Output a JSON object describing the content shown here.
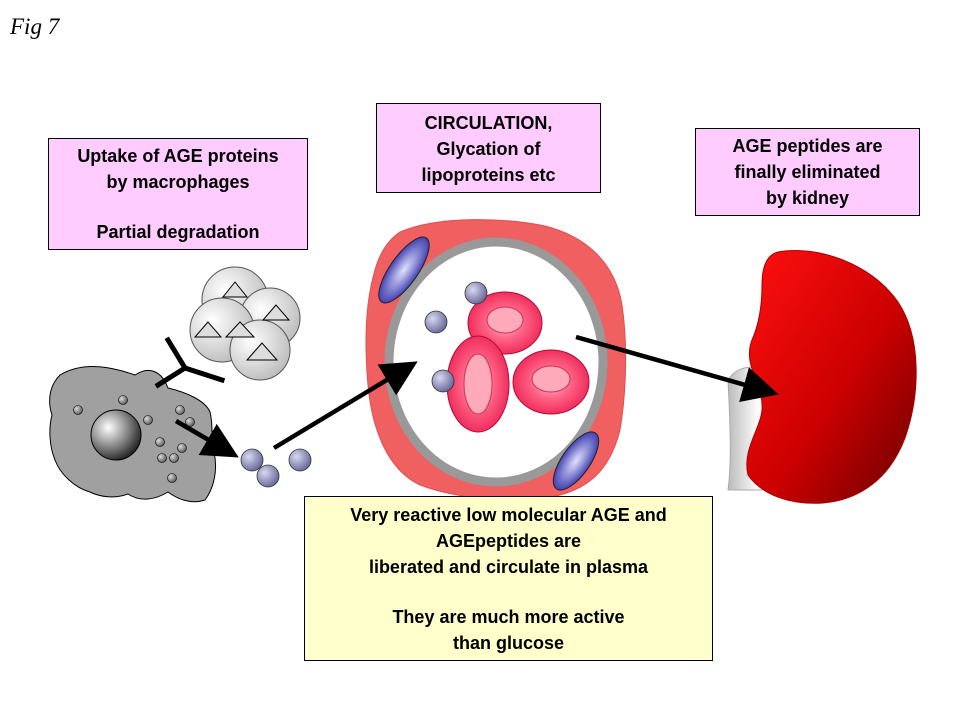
{
  "figure": {
    "label": "Fig 7"
  },
  "boxes": {
    "uptake": {
      "line1": "Uptake of AGE proteins",
      "line2": "by macrophages",
      "line3": "Partial degradation"
    },
    "circulation": {
      "line1": "CIRCULATION,",
      "line2": "Glycation of",
      "line3": "lipoproteins etc"
    },
    "kidney": {
      "line1": "AGE peptides are",
      "line2": "finally eliminated",
      "line3": "by kidney"
    },
    "reactive": {
      "line1": "Very reactive low molecular AGE and",
      "line2": "AGEpeptides are",
      "line3": "liberated and circulate in plasma",
      "line4": "They are much more active",
      "line5": "than glucose"
    }
  },
  "colors": {
    "pink_box": "#ffccff",
    "yellow_box": "#ffffcc",
    "vessel_wall": "#f06060",
    "red_cell": "#ff6688",
    "kidney": "#dd0000",
    "particle": "#8888bb",
    "macrophage": "#a0a0a0"
  },
  "icons": [
    "macrophage-icon",
    "receptor-icon",
    "age-protein-icon",
    "blood-vessel-icon",
    "red-blood-cell-icon",
    "particle-icon",
    "kidney-icon",
    "arrow-icon"
  ]
}
